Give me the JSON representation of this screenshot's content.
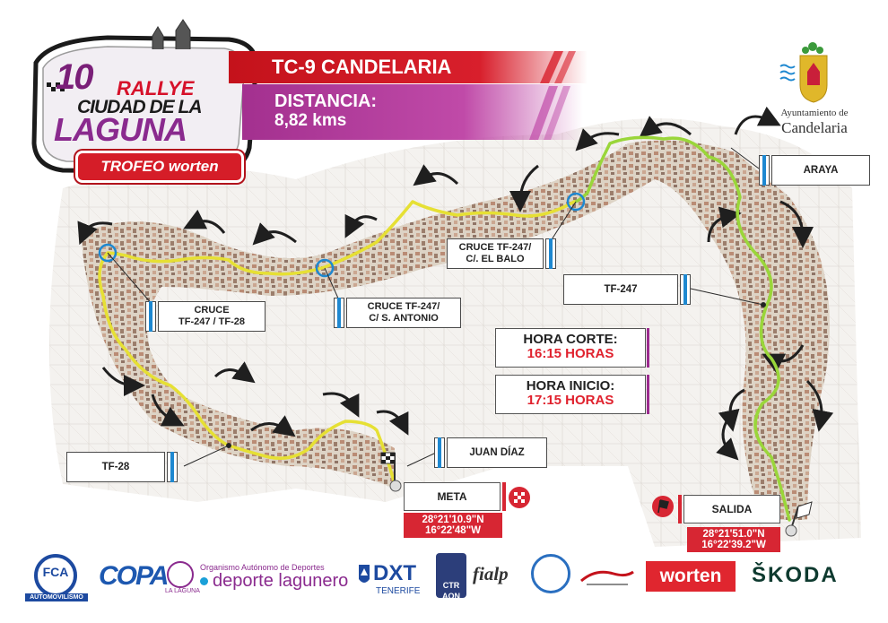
{
  "header": {
    "stage_title": "TC-9 CANDELARIA",
    "distance_label": "DISTANCIA:",
    "distance_value": "8,82 kms"
  },
  "rally_logo": {
    "number": "10",
    "word_rallye": "RALLYE",
    "line_city": "CIUDAD DE LA",
    "line_name": "LAGUNA",
    "ribbon": "TROFEO worten"
  },
  "municipality": {
    "line1": "Ayuntamiento de",
    "line2": "Candelaria"
  },
  "labels": {
    "araya": "ARAYA",
    "cruce_el_balo": "CRUCE TF-247/\nC/. EL BALO",
    "tf247": "TF-247",
    "cruce_tf247_tf28": "CRUCE\nTF-247 / TF-28",
    "cruce_san_antonio": "CRUCE TF-247/\nC/ S. ANTONIO",
    "tf28": "TF-28",
    "juan_diaz": "JUAN DÍAZ"
  },
  "times": {
    "corte_label": "HORA CORTE:",
    "corte_value": "16:15 HORAS",
    "inicio_label": "HORA INICIO:",
    "inicio_value": "17:15 HORAS"
  },
  "finish": {
    "label": "META",
    "lat": "28°21'10.9\"N",
    "lon": "16°22'48\"W"
  },
  "start": {
    "label": "SALIDA",
    "lat": "28°21'51.0\"N",
    "lon": "16°22'39.2\"W"
  },
  "sponsors": {
    "fca": "FCA",
    "fca_sub": "AUTOMOVILISMO",
    "copa": "COPA",
    "deporte_small": "Organismo Autónomo de Deportes",
    "deporte_big": "deporte lagunero",
    "la_laguna": "LA LAGUNA",
    "dxt": "DXT",
    "dxt_sub": "TENERIFE",
    "ctr": "CTR\nAON",
    "fialp": "fialp",
    "worten": "worten",
    "skoda": "ŠKODA"
  },
  "colors": {
    "route_yellow": "#e6e034",
    "route_green": "#9ad63a",
    "marker_blue": "#1e88d0",
    "red": "#d72633",
    "purple": "#a3308f"
  },
  "icons": {
    "start_flag": "flag-icon",
    "finish_flag": "checkered-flag-icon",
    "direction": "arrow-icon"
  }
}
